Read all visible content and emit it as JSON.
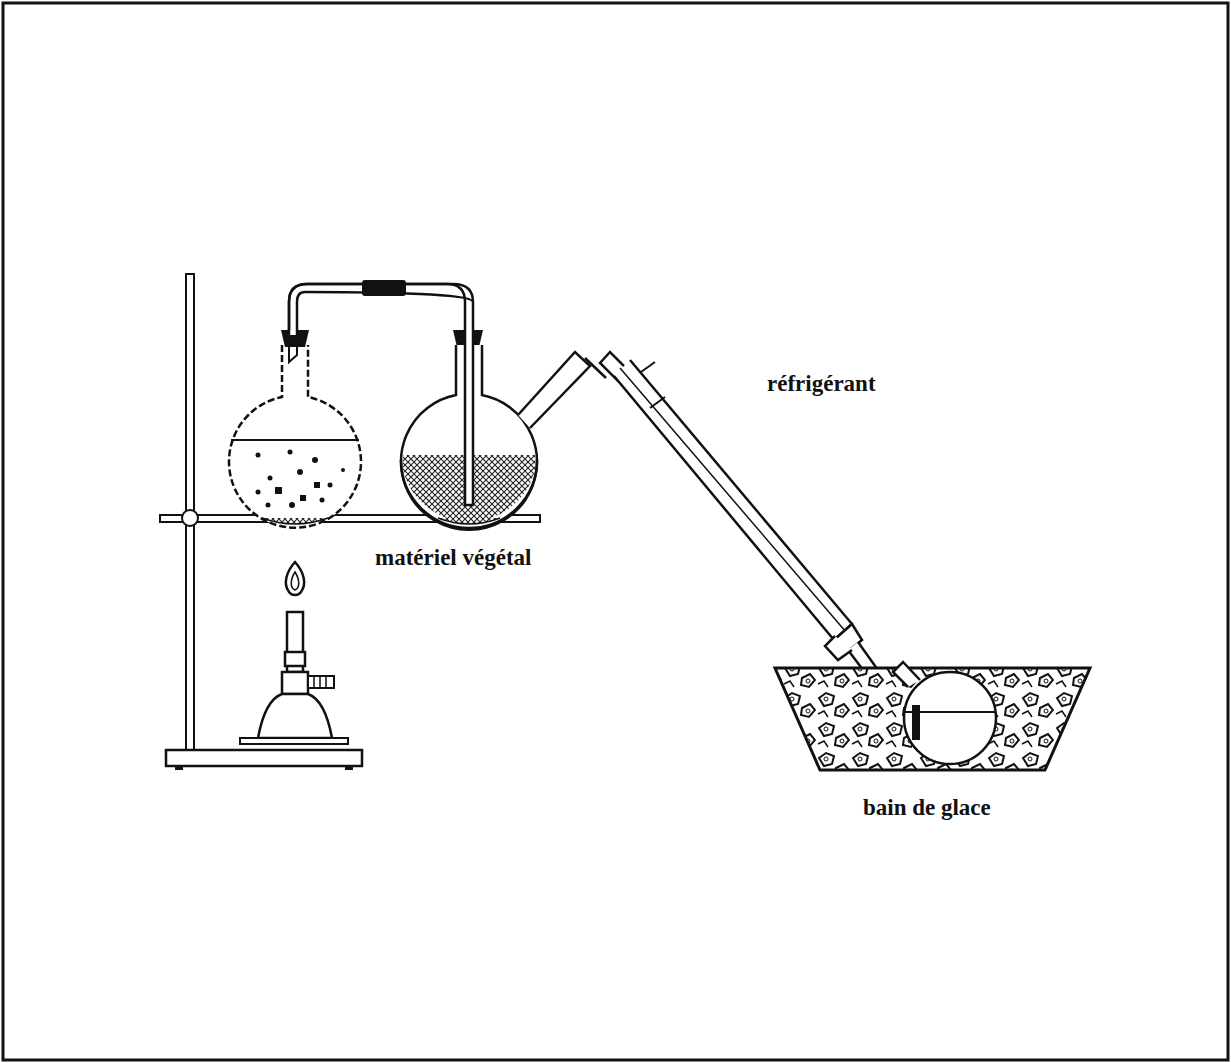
{
  "diagram": {
    "labels": [
      "réfrigérant",
      "matériel végétal",
      "bain de glace"
    ]
  }
}
